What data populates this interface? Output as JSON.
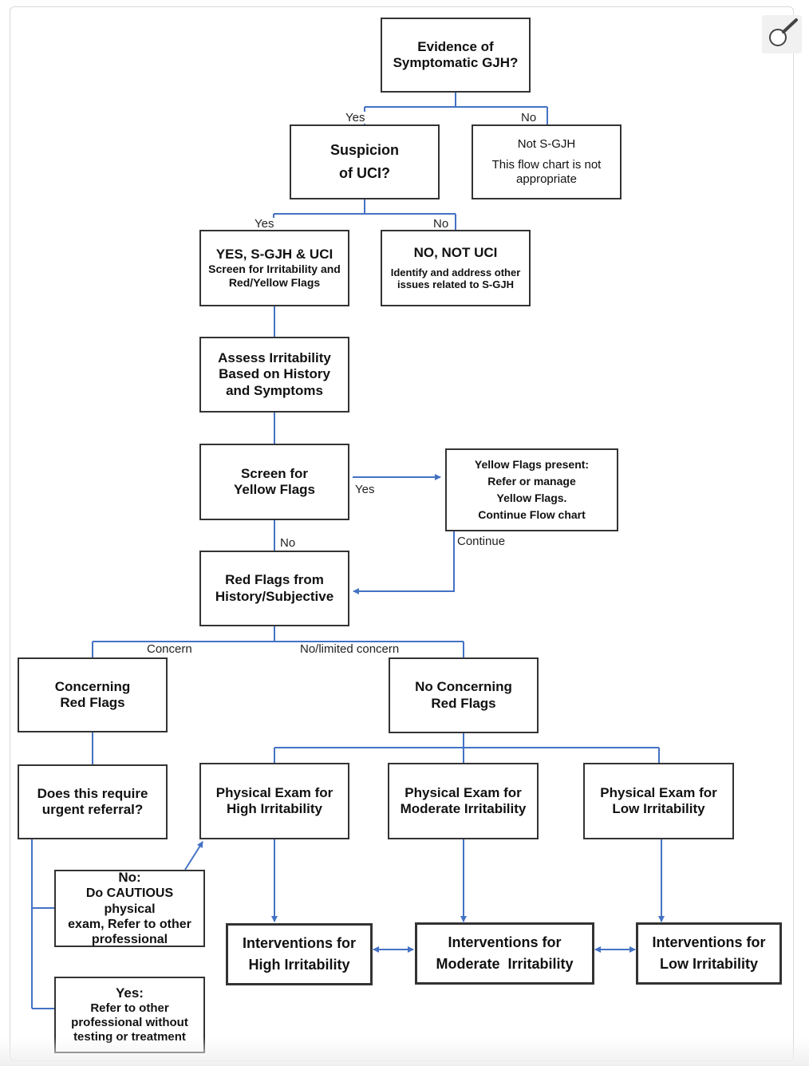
{
  "colors": {
    "connector": "#4472C4",
    "box_border": "#333333"
  },
  "nodes": {
    "sgjh_question": {
      "lines": [
        "Evidence of",
        "Symptomatic GJH?"
      ]
    },
    "uci_question": {
      "lines": [
        "Suspicion",
        "of UCI?"
      ]
    },
    "not_sgjh": {
      "lines": [
        "Not S-GJH",
        "This flow chart is not appropriate"
      ]
    },
    "yes_sgjh_uci": {
      "title": "YES, S-GJH & UCI",
      "detail": "Screen for Irritability and Red/Yellow Flags"
    },
    "not_uci": {
      "title": "NO, NOT UCI",
      "detail": "Identify and address other issues related to S-GJH"
    },
    "assess_irritability": {
      "lines": [
        "Assess Irritability",
        "Based on History",
        "and Symptoms"
      ]
    },
    "screen_yellow": {
      "lines": [
        "Screen for",
        "Yellow Flags"
      ]
    },
    "yellow_present": {
      "lines": [
        "Yellow Flags present:",
        "Refer or manage",
        "Yellow Flags.",
        "Continue Flow chart"
      ]
    },
    "red_flags_history": {
      "lines": [
        "Red Flags from",
        "History/Subjective"
      ]
    },
    "concerning_red": {
      "lines": [
        "Concerning",
        "Red Flags"
      ]
    },
    "no_concerning_red": {
      "lines": [
        "No Concerning",
        "Red Flags"
      ]
    },
    "urgent_referral": {
      "lines": [
        "Does this require",
        "urgent referral?"
      ]
    },
    "pe_high": {
      "lines": [
        "Physical Exam for",
        "High Irritability"
      ]
    },
    "pe_moderate": {
      "lines": [
        "Physical Exam for",
        "Moderate Irritability"
      ]
    },
    "pe_low": {
      "lines": [
        "Physical Exam for",
        "Low Irritability"
      ]
    },
    "no_cautious": {
      "title": "No:",
      "lines": [
        "Do CAUTIOUS physical",
        "exam, Refer to other",
        "professional"
      ]
    },
    "yes_refer": {
      "title": "Yes:",
      "lines": [
        "Refer to other",
        "professional without",
        "testing or treatment"
      ]
    },
    "int_high": {
      "lines": [
        "Interventions for",
        "High Irritability"
      ]
    },
    "int_moderate": {
      "lines": [
        "Interventions for",
        "Moderate  Irritability"
      ]
    },
    "int_low": {
      "lines": [
        "Interventions for",
        "Low Irritability"
      ]
    }
  },
  "edge_labels": {
    "gjh_yes": "Yes",
    "gjh_no": "No",
    "uci_yes": "Yes",
    "uci_no": "No",
    "yellow_yes": "Yes",
    "yellow_no": "No",
    "continue": "Continue",
    "concern": "Concern",
    "no_limited_concern": "No/limited concern"
  },
  "toolbar": {
    "zoom_icon": "magnifier-icon"
  }
}
